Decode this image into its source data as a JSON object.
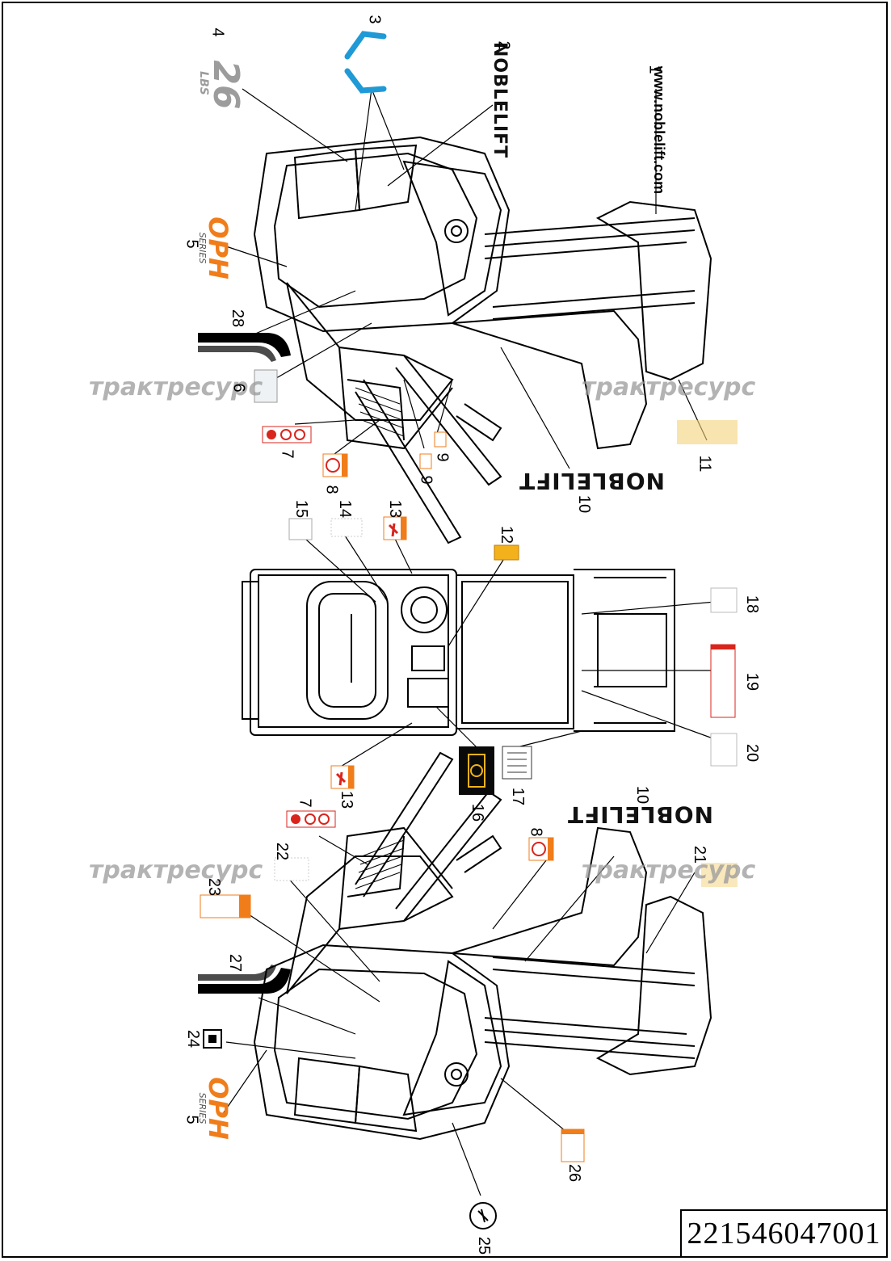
{
  "document_number": "221546047001",
  "decals": {
    "website": "www.noblelift.com",
    "brand": "NOBLELIFT",
    "capacity_number": "26",
    "capacity_unit": "LBS",
    "series_name": "OPH",
    "series_word": "SERIES"
  },
  "watermark_text": "трактресурс",
  "callouts": {
    "c1": "1",
    "c2": "2",
    "c3": "3",
    "c4": "4",
    "c5a": "5",
    "c6": "6",
    "c7a": "7",
    "c8a": "8",
    "c9a": "9",
    "c9b": "9",
    "c10a": "10",
    "c11": "11",
    "c12": "12",
    "c13a": "13",
    "c14": "14",
    "c15": "15",
    "c16": "16",
    "c17": "17",
    "c18": "18",
    "c19": "19",
    "c20": "20",
    "c13b": "13",
    "c7b": "7",
    "c8b": "8",
    "c10b": "10",
    "c21": "21",
    "c22": "22",
    "c23": "23",
    "c27": "27",
    "c24": "24",
    "c5b": "5",
    "c26": "26",
    "c25": "25",
    "c28": "28"
  },
  "colors": {
    "decal_orange": "#f07d1a",
    "decal_blue": "#1f9ad6",
    "warning_red": "#d9251c",
    "warning_yellow": "#f3b21b",
    "line": "#000000",
    "watermark_gray": "#9a9a9a"
  }
}
